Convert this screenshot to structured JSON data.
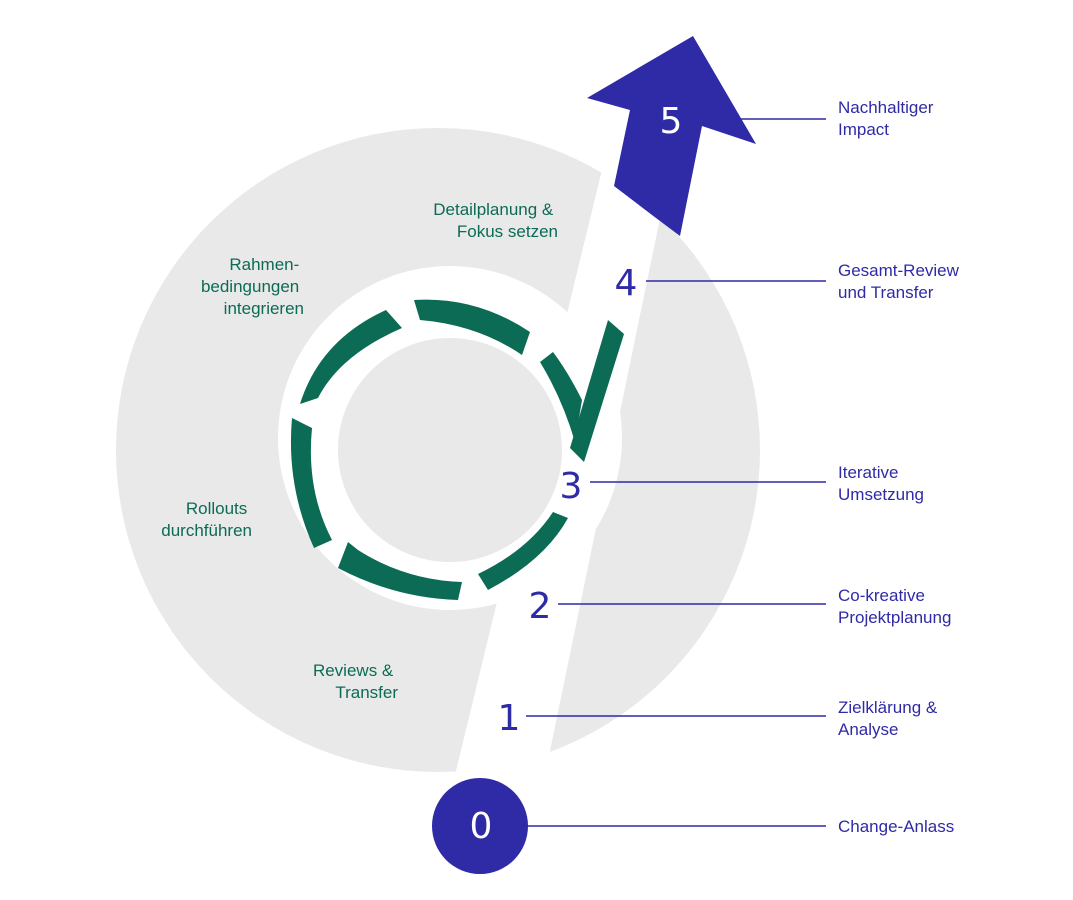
{
  "steps": [
    {
      "number": "0",
      "lines": [
        "Change-Anlass"
      ]
    },
    {
      "number": "1",
      "lines": [
        "Zielklärung &",
        "Analyse"
      ]
    },
    {
      "number": "2",
      "lines": [
        "Co-kreative",
        "Projektplanung"
      ]
    },
    {
      "number": "3",
      "lines": [
        "Iterative",
        "Umsetzung"
      ]
    },
    {
      "number": "4",
      "lines": [
        "Gesamt-Review",
        "und Transfer"
      ]
    },
    {
      "number": "5",
      "lines": [
        "Nachhaltiger",
        "Impact"
      ]
    }
  ],
  "phases": [
    {
      "lines": [
        "Detailplanung &",
        "Fokus setzen"
      ]
    },
    {
      "lines": [
        "Rahmen-",
        "bedingungen",
        "integrieren"
      ]
    },
    {
      "lines": [
        "Rollouts",
        "durchführen"
      ]
    },
    {
      "lines": [
        "Reviews &",
        "Transfer"
      ]
    }
  ],
  "colors": {
    "accent": "#2f2aa6",
    "cycle": "#0b6b55",
    "ring": "#e9e9e9",
    "background": "#ffffff"
  },
  "icons": {
    "cycle": "circular-arrows-icon",
    "goal": "up-arrow-icon"
  }
}
